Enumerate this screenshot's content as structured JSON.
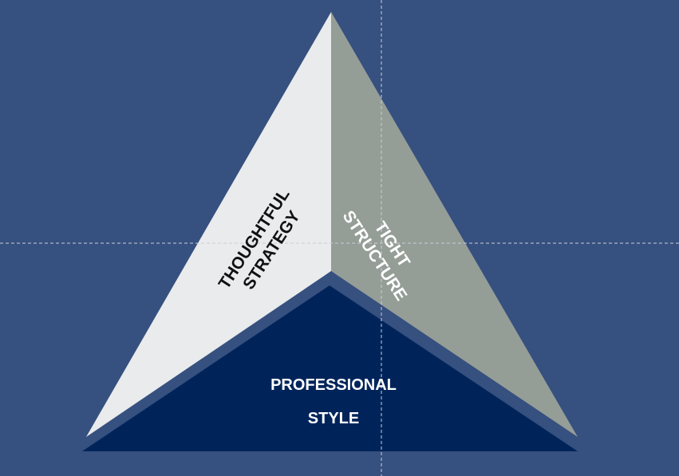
{
  "slide": {
    "faces": {
      "left": {
        "label_line1": "THOUGHTFUL",
        "label_line2": "STRATEGY"
      },
      "right": {
        "label_line1": "TIGHT",
        "label_line2": "STRUCTURE"
      },
      "base": {
        "label_line1": "PROFESSIONAL",
        "label_line2": "STYLE"
      }
    },
    "colors": {
      "background": "#36507f",
      "left_face": "#e9ebec",
      "right_face": "#959d97",
      "base_face": "#00245a",
      "left_text": "#111111",
      "light_text": "#ffffff"
    }
  }
}
